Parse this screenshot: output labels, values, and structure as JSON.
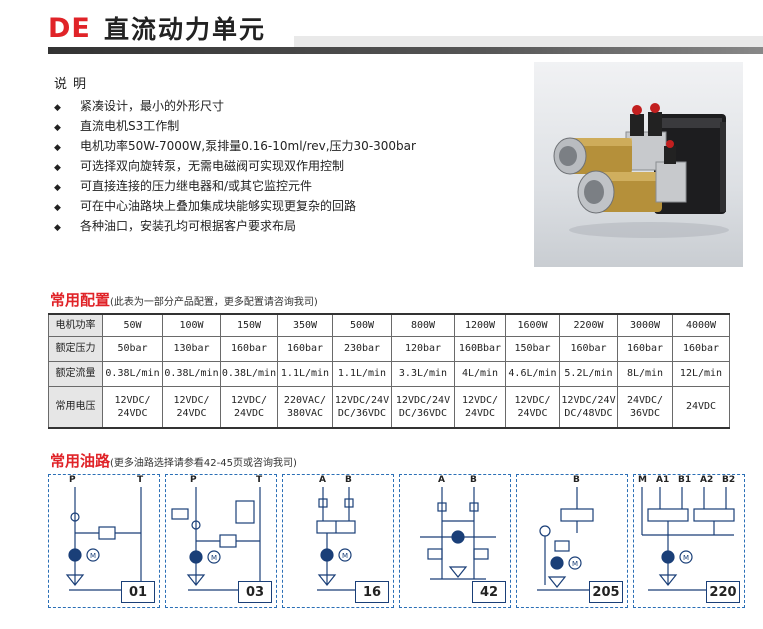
{
  "header": {
    "brand": "DE",
    "title": "直流动力单元"
  },
  "description": {
    "heading": "说明",
    "bullet": "◆",
    "items": [
      "紧凑设计，最小的外形尺寸",
      "直流电机S3工作制",
      "电机功率50W-7000W,泵排量0.16-10ml/rev,压力30-300bar",
      "可选择双向旋转泵，无需电磁阀可实现双作用控制",
      "可直接连接的压力继电器和/或其它监控元件",
      "可在中心油路块上叠加集成块能够实现更复杂的回路",
      "各种油口，安装孔均可根据客户要求布局"
    ]
  },
  "config": {
    "title": "常用配置",
    "note": "(此表为一部分产品配置，更多配置请咨询我司)",
    "rows": [
      {
        "label": "电机功率",
        "cells": [
          "50W",
          "100W",
          "150W",
          "350W",
          "500W",
          "800W",
          "1200W",
          "1600W",
          "2200W",
          "3000W",
          "4000W"
        ]
      },
      {
        "label": "额定压力",
        "cells": [
          "50bar",
          "130bar",
          "160bar",
          "160bar",
          "230bar",
          "120bar",
          "160Bbar",
          "150bar",
          "160bar",
          "160bar",
          "160bar"
        ]
      },
      {
        "label": "额定流量",
        "cells": [
          "0.38L/min",
          "0.38L/min",
          "0.38L/min",
          "1.1L/min",
          "1.1L/min",
          "3.3L/min",
          "4L/min",
          "4.6L/min",
          "5.2L/min",
          "8L/min",
          "12L/min"
        ]
      },
      {
        "label": "常用电压",
        "cells": [
          [
            "12VDC/",
            "24VDC"
          ],
          [
            "12VDC/",
            "24VDC"
          ],
          [
            "12VDC/",
            "24VDC"
          ],
          [
            "220VAC/",
            "380VAC"
          ],
          [
            "12VDC/24V",
            "DC/36VDC"
          ],
          [
            "12VDC/24V",
            "DC/36VDC"
          ],
          [
            "12VDC/",
            "24VDC"
          ],
          [
            "12VDC/",
            "24VDC"
          ],
          [
            "12VDC/24V",
            "DC/48VDC"
          ],
          [
            "24VDC/",
            "36VDC"
          ],
          [
            "24VDC"
          ]
        ]
      }
    ]
  },
  "circuits": {
    "title": "常用油路",
    "note": "(更多油路选择请参看42-45页或咨询我司)",
    "items": [
      {
        "number": "01",
        "ports": [
          "P",
          "T"
        ]
      },
      {
        "number": "03",
        "ports": [
          "P",
          "T"
        ]
      },
      {
        "number": "16",
        "ports": [
          "A",
          "B"
        ]
      },
      {
        "number": "42",
        "ports": [
          "A",
          "B"
        ]
      },
      {
        "number": "205",
        "ports": [
          "B"
        ]
      },
      {
        "number": "220",
        "ports": [
          "M",
          "A1",
          "B1",
          "A2",
          "B2"
        ]
      }
    ]
  }
}
